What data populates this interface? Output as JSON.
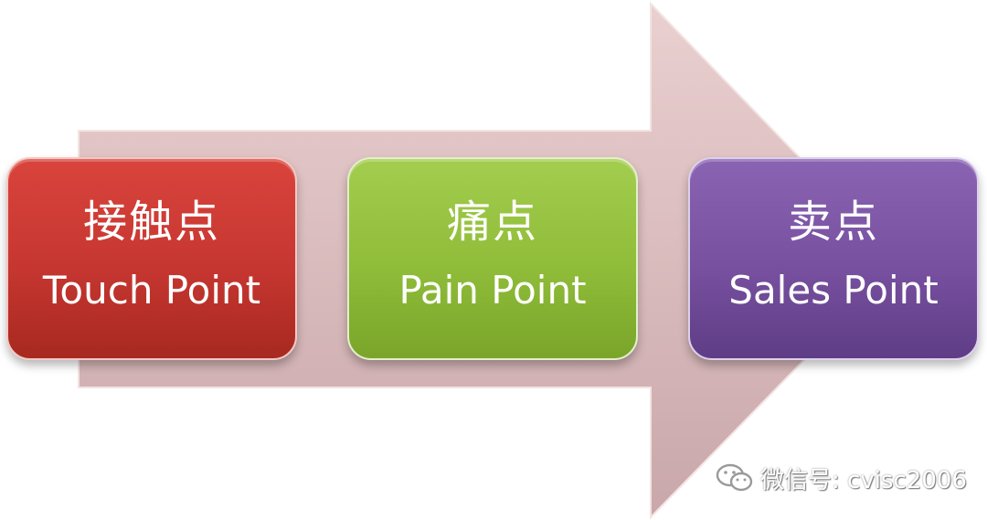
{
  "arrow": {
    "color_start": "#e6c4c4",
    "color_end": "#c9a3a6"
  },
  "boxes": [
    {
      "cn": "接触点",
      "en": "Touch Point",
      "color": "#c63631"
    },
    {
      "cn": "痛点",
      "en": "Pain Point",
      "color": "#8fbc39"
    },
    {
      "cn": "卖点",
      "en": "Sales Point",
      "color": "#77509f"
    }
  ],
  "watermark": {
    "text": "微信号: cvisc2006",
    "icon": "wechat-icon"
  }
}
